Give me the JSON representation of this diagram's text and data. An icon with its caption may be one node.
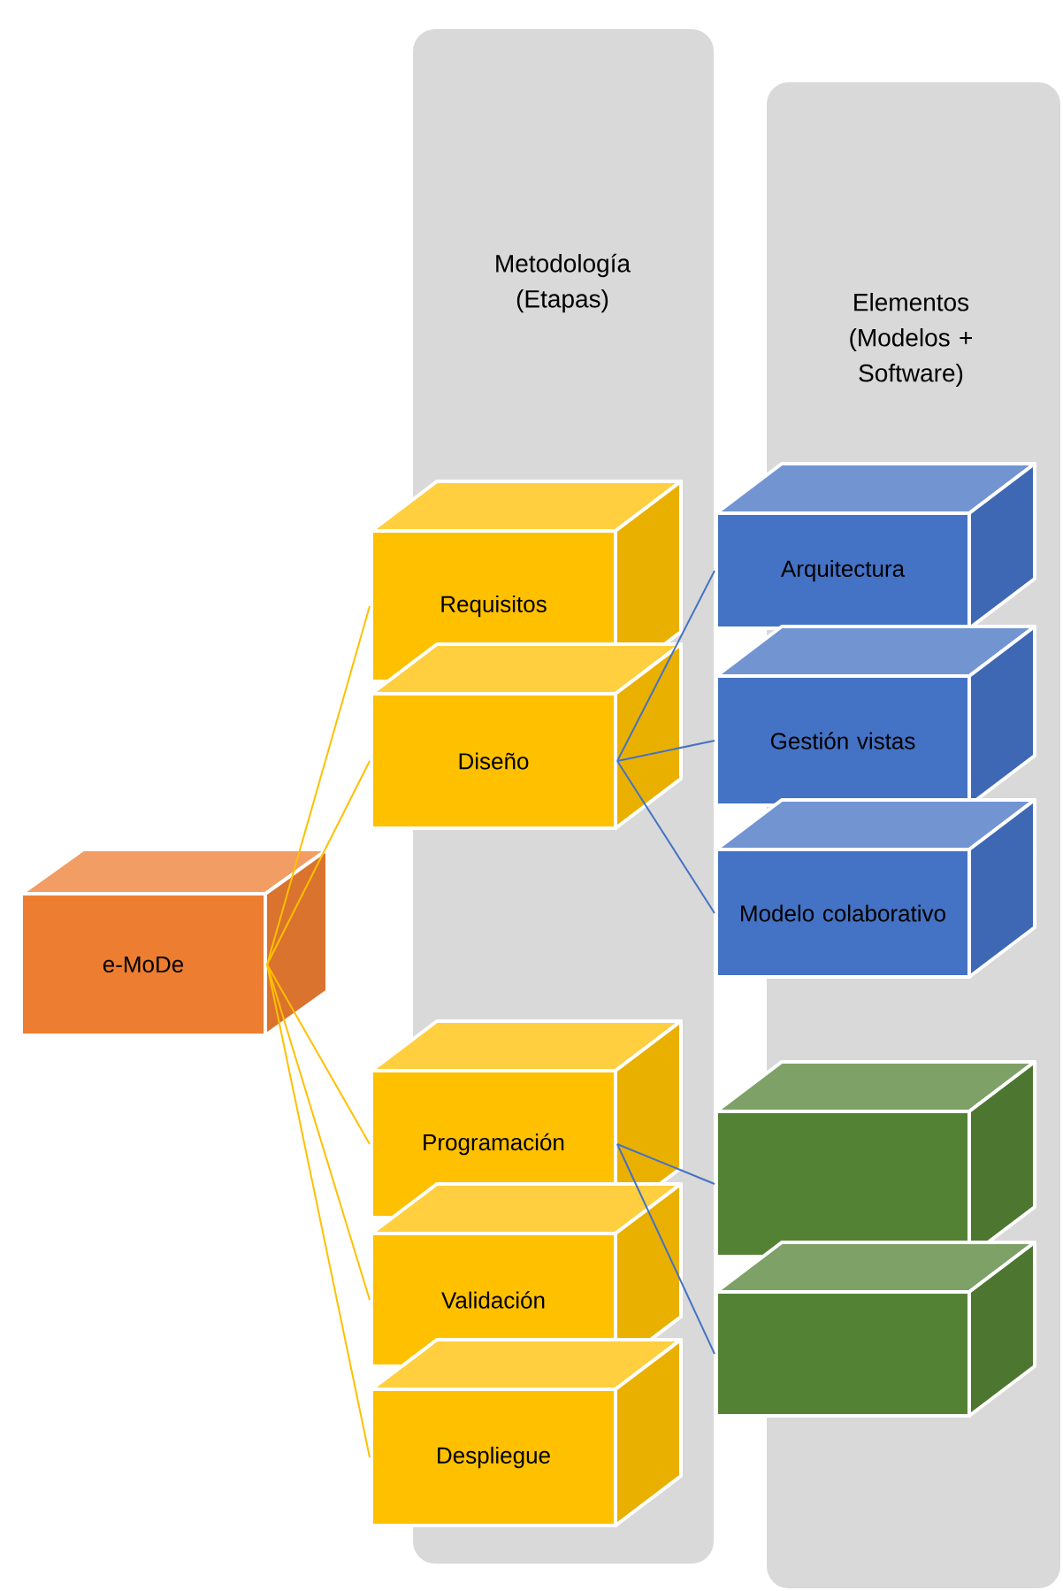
{
  "diagram": {
    "nodes": [
      {
        "text": [
          "Metodología (Etapas)"
        ]
      },
      {
        "text": [
          "Elementos (Modelos + Software)"
        ]
      },
      {
        "text": [
          "e-MoDe"
        ]
      },
      {
        "text": [
          "Requisitos"
        ]
      },
      {
        "text": [
          "Diseño"
        ]
      },
      {
        "text": [
          "Programación"
        ]
      },
      {
        "text": [
          "Validación"
        ]
      },
      {
        "text": [
          "Despliegue"
        ]
      },
      {
        "text": [
          "Arquitectura"
        ]
      },
      {
        "text": [
          "Gestión vistas"
        ]
      },
      {
        "text": [
          "Modelo colaborativo"
        ]
      },
      {
        "text": [],
        "shape": "box"
      },
      {
        "text": [],
        "shape": "box"
      }
    ],
    "edges": [
      {
        "from": 2,
        "to": 3,
        "arrow": "none",
        "color": "#ffc000"
      },
      {
        "from": 2,
        "to": 4,
        "arrow": "none",
        "color": "#ffc000"
      },
      {
        "from": 2,
        "to": 5,
        "arrow": "none",
        "color": "#ffc000"
      },
      {
        "from": 2,
        "to": 6,
        "arrow": "none",
        "color": "#ffc000"
      },
      {
        "from": 2,
        "to": 7,
        "arrow": "none",
        "color": "#ffc000"
      },
      {
        "from": 4,
        "to": 8,
        "arrow": "none",
        "color": "#4472c4"
      },
      {
        "from": 4,
        "to": 9,
        "arrow": "none",
        "color": "#4472c4"
      },
      {
        "from": 4,
        "to": 10,
        "arrow": "none",
        "color": "#4472c4"
      },
      {
        "from": 5,
        "to": 11,
        "arrow": "none",
        "color": "#4472c4"
      },
      {
        "from": 5,
        "to": 12,
        "arrow": "none",
        "color": "#4472c4"
      }
    ]
  }
}
